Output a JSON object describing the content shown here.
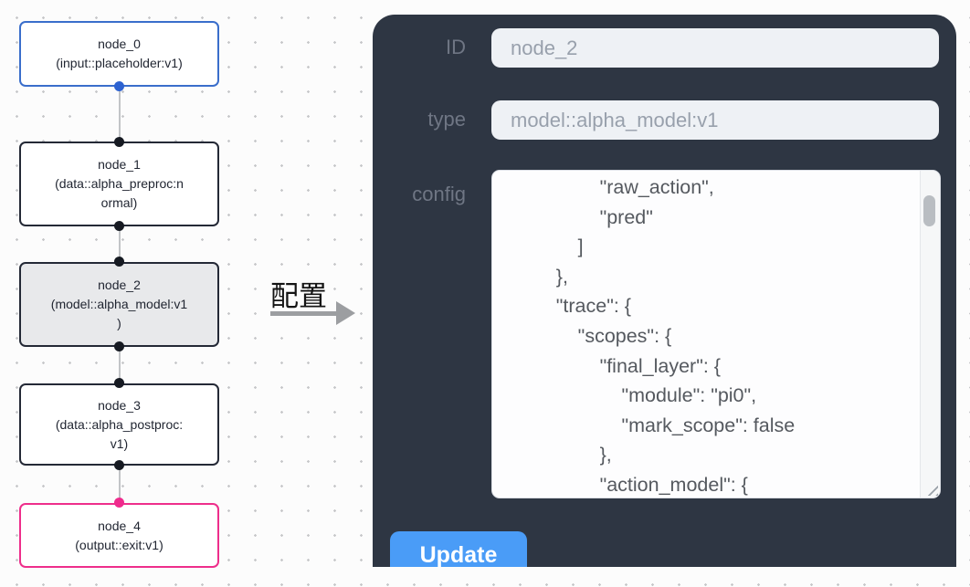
{
  "flow": {
    "nodes": [
      {
        "id": "node_0",
        "lines": [
          "node_0",
          "(input::placeholder:v1)"
        ],
        "border_color": "#3a6ecb",
        "port_color": "#2d62d1"
      },
      {
        "id": "node_1",
        "lines": [
          "node_1",
          "(data::alpha_preproc:n",
          "ormal)"
        ],
        "border_color": "#242936",
        "port_color": "#161a22"
      },
      {
        "id": "node_2",
        "lines": [
          "node_2",
          "(model::alpha_model:v1",
          ")"
        ],
        "border_color": "#242936",
        "fill_color": "#e8e9eb",
        "selected": true,
        "port_color": "#161a22"
      },
      {
        "id": "node_3",
        "lines": [
          "node_3",
          "(data::alpha_postproc:",
          "v1)"
        ],
        "border_color": "#242936",
        "port_color": "#161a22"
      },
      {
        "id": "node_4",
        "lines": [
          "node_4",
          "(output::exit:v1)"
        ],
        "border_color": "#ee2e8b",
        "port_color": "#ef2b8d"
      }
    ]
  },
  "transfer": {
    "label": "配置",
    "arrow_color": "#9c9ea1"
  },
  "panel": {
    "background_color": "#2e3643",
    "fields": {
      "id": {
        "label": "ID",
        "value": "node_2"
      },
      "type": {
        "label": "type",
        "value": "model::alpha_model:v1"
      },
      "config": {
        "label": "config",
        "value": "                \"raw_action\",\n                \"pred\"\n            ]\n        },\n        \"trace\": {\n            \"scopes\": {\n                \"final_layer\": {\n                    \"module\": \"pi0\",\n                    \"mark_scope\": false\n                },\n                \"action_model\": {"
      }
    },
    "update_label": "Update",
    "update_button_color": "#4a9cf7"
  }
}
